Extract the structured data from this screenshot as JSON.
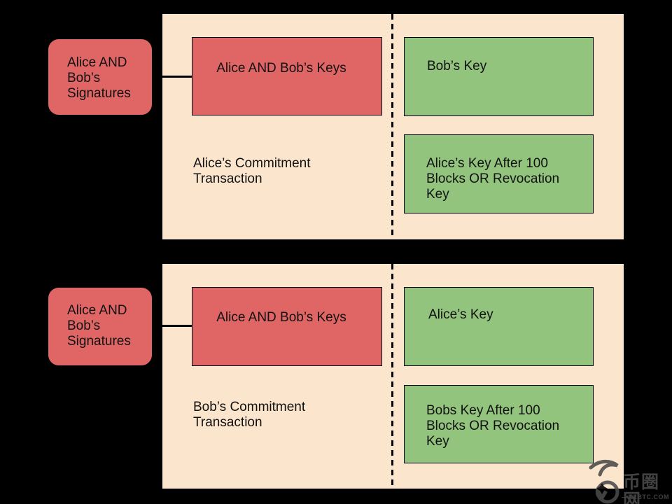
{
  "colors": {
    "background": "#000000",
    "panel": "#FCE5CD",
    "multisig": "#E06666",
    "output": "#93C47D",
    "outline": "#000000",
    "text": "#111111",
    "watermark": "#4A4A4A"
  },
  "panels": [
    {
      "signatures_label": "Alice AND\nBob’s\nSignatures",
      "multisig_label": "Alice AND Bob’s Keys",
      "title": "Alice’s Commitment\nTransaction",
      "outputs": {
        "top": "Bob’s Key",
        "bottom": "Alice’s Key After 100\nBlocks OR Revocation\nKey"
      }
    },
    {
      "signatures_label": "Alice AND\nBob’s\nSignatures",
      "multisig_label": "Alice AND Bob’s Keys",
      "title": "Bob’s Commitment\nTransaction",
      "outputs": {
        "top": "Alice’s Key",
        "bottom": "Bobs Key After 100\nBlocks OR Revocation\nKey"
      }
    }
  ],
  "watermark": {
    "site_name": "币圈网",
    "site_url_line": "—NLBTC.COM"
  }
}
